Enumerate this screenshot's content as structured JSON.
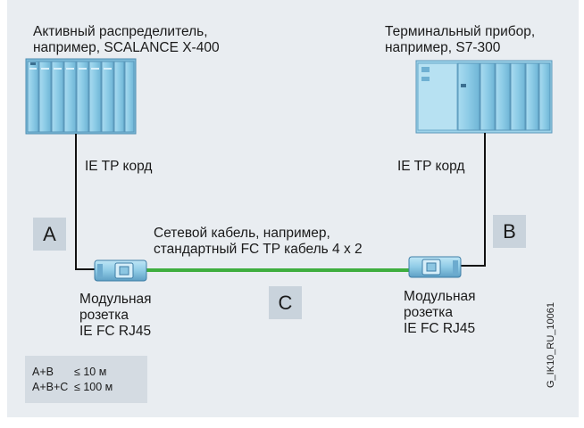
{
  "switch_label": {
    "line1": "Активный распределитель,",
    "line2": "например, SCALANCE X-400"
  },
  "terminal_label": {
    "line1": "Терминальный прибор,",
    "line2": "например, S7-300"
  },
  "cord_left": "IE TP корд",
  "cord_right": "IE TP корд",
  "segment_a": "A",
  "segment_b": "B",
  "segment_c": "C",
  "cable_label": {
    "line1": "Сетевой кабель, например,",
    "line2": "стандартный FC TP кабель 4 x 2"
  },
  "outlet_left": {
    "line1": "Модульная",
    "line2": "розетка",
    "line3": "IE FC RJ45"
  },
  "outlet_right": {
    "line1": "Модульная",
    "line2": "розетка",
    "line3": "IE FC RJ45"
  },
  "legend": {
    "row1_key": "A+B",
    "row1_value": "≤ 10 м",
    "row2_key": "A+B+C",
    "row2_value": "≤ 100 м"
  },
  "figure_id": "G_IK10_RU_10061",
  "colors": {
    "background": "#e9edf1",
    "cable_green": "#3fae3f",
    "device_blue": "#8ccbe6",
    "label_box": "#c9d3dc"
  }
}
